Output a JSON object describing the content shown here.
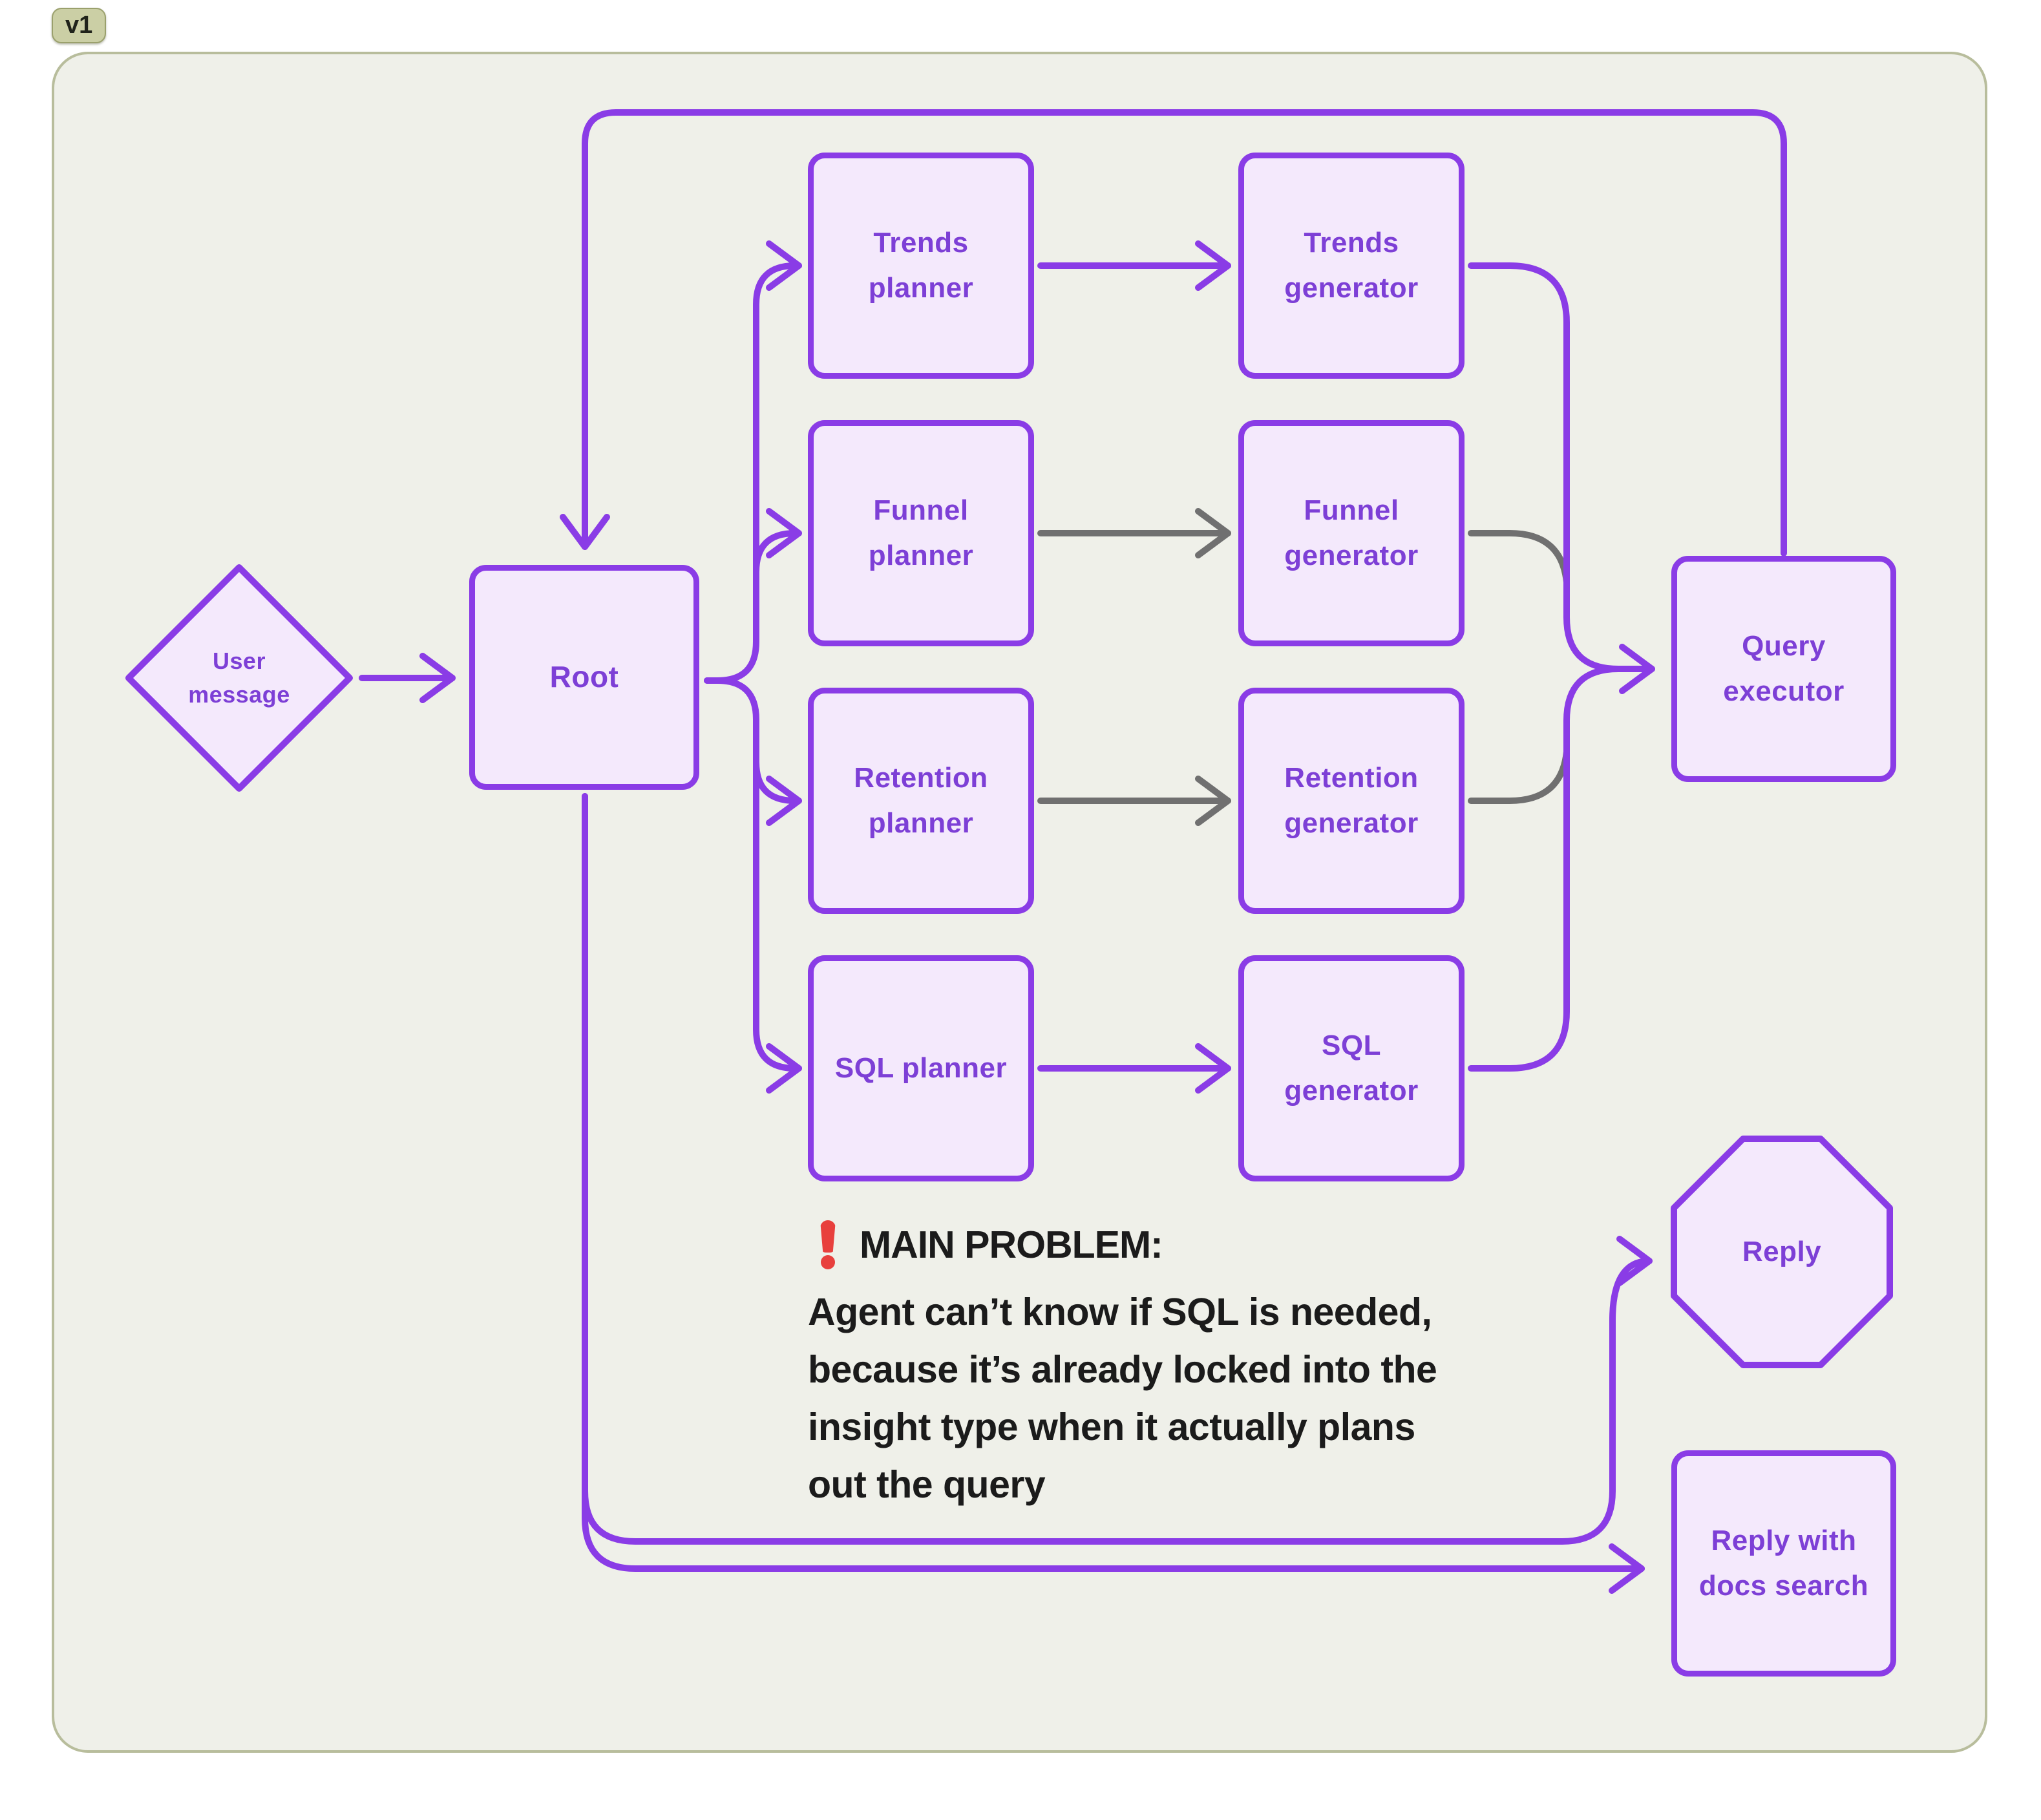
{
  "version_badge": {
    "label": "v1"
  },
  "colors": {
    "purple_stroke": "#8a3ce6",
    "purple_text": "#7d3fd6",
    "node_fill": "#f4e9fc",
    "gray_edge": "#707070",
    "canvas_bg": "#eff0e9",
    "canvas_border": "#b8bd9c",
    "badge_bg": "#cbcfa5",
    "text_dark": "#1b1b1b",
    "alert_red": "#e8403d",
    "page_bg": "#ffffff"
  },
  "nodes": {
    "user_message": "User\nmessage",
    "root": "Root",
    "trends_planner": "Trends\nplanner",
    "funnel_planner": "Funnel\nplanner",
    "retention_planner": "Retention\nplanner",
    "sql_planner": "SQL planner",
    "trends_generator": "Trends\ngenerator",
    "funnel_generator": "Funnel\ngenerator",
    "retention_generator": "Retention\ngenerator",
    "sql_generator": "SQL\ngenerator",
    "query_executor": "Query\nexecutor",
    "reply": "Reply",
    "reply_with_docs": "Reply with\ndocs search"
  },
  "annotation": {
    "icon_name": "exclamation-icon",
    "icon_char": "❗",
    "title": "MAIN PROBLEM:",
    "body": "Agent can’t know if SQL is needed,\nbecause it’s already locked into the\ninsight type when it actually plans\nout the query"
  }
}
